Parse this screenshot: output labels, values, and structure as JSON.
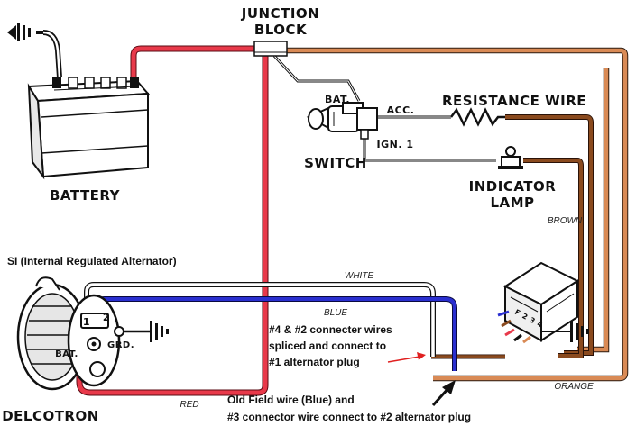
{
  "labels": {
    "junction_line1": "JUNCTION",
    "junction_line2": "BLOCK",
    "battery": "BATTERY",
    "switch": "SWITCH",
    "bat": "BAT.",
    "acc": "ACC.",
    "ign": "IGN. 1",
    "resistance_wire": "RESISTANCE WIRE",
    "indicator_line1": "INDICATOR",
    "indicator_line2": "LAMP",
    "brown": "BROWN",
    "white": "WHITE",
    "blue": "BLUE",
    "orange": "ORANGE",
    "red": "RED",
    "alternator_title": "SI (Internal Regulated Alternator)",
    "delcotron": "DELCOTRON",
    "alt_bat": "BAT.",
    "alt_grd": "GRD.",
    "pin1": "1",
    "pin2": "2",
    "reg_pins": "F 2 3 4"
  },
  "notes": {
    "splice_line1": "#4 & #2 connecter wires",
    "splice_line2": "spliced and connect to",
    "splice_line3": "#1 alternator plug",
    "field_line1": "Old Field wire (Blue) and",
    "field_line2": "#3 connector wire connect to #2 alternator plug"
  },
  "colors": {
    "red_wire": "#e8394a",
    "orange_wire": "#d98a55",
    "brown_wire": "#8a4a1e",
    "blue_wire": "#2a2fd0",
    "white_wire": "#ffffff",
    "arrow_red": "#e02020"
  },
  "icons": [
    "ground-icon",
    "ground-icon",
    "ground-icon"
  ]
}
